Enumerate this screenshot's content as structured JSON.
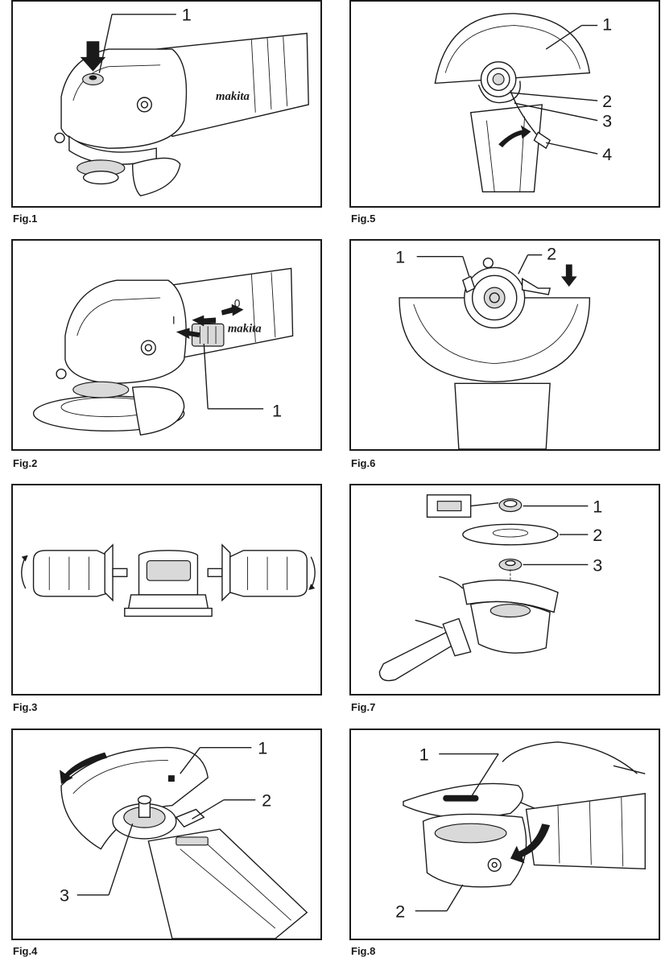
{
  "figures": [
    {
      "id": "fig1",
      "caption": "Fig.1",
      "callouts": [
        "1"
      ],
      "logo": "makita"
    },
    {
      "id": "fig2",
      "caption": "Fig.2",
      "callouts": [
        "1"
      ],
      "logo": "makita",
      "switch_on": "I",
      "switch_off": "0"
    },
    {
      "id": "fig3",
      "caption": "Fig.3",
      "callouts": []
    },
    {
      "id": "fig4",
      "caption": "Fig.4",
      "callouts": [
        "1",
        "2",
        "3"
      ]
    },
    {
      "id": "fig5",
      "caption": "Fig.5",
      "callouts": [
        "1",
        "2",
        "3",
        "4"
      ]
    },
    {
      "id": "fig6",
      "caption": "Fig.6",
      "callouts": [
        "1",
        "2"
      ]
    },
    {
      "id": "fig7",
      "caption": "Fig.7",
      "callouts": [
        "1",
        "2",
        "3"
      ]
    },
    {
      "id": "fig8",
      "caption": "Fig.8",
      "callouts": [
        "1",
        "2"
      ]
    }
  ]
}
